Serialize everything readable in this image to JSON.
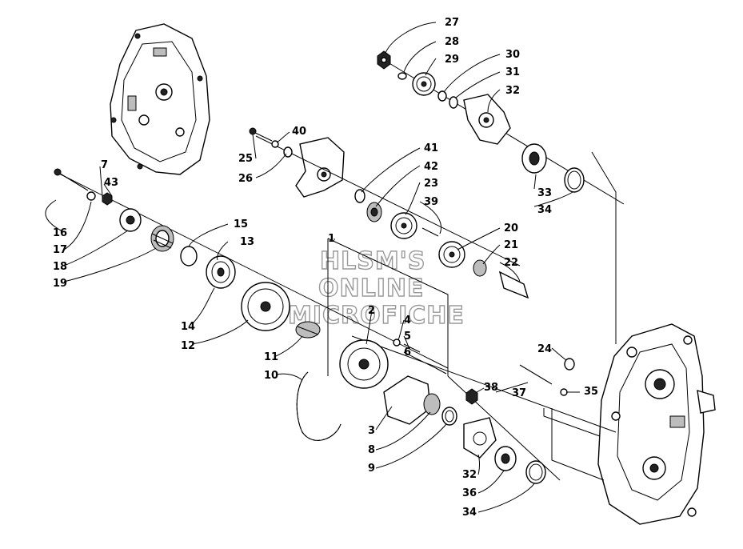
{
  "watermark": [
    "HLSM'S",
    "ONLINE",
    "MICROFICHE"
  ],
  "callouts": [
    "27",
    "28",
    "29",
    "30",
    "31",
    "32",
    "40",
    "25",
    "26",
    "41",
    "42",
    "23",
    "39",
    "33",
    "34",
    "7",
    "43",
    "16",
    "17",
    "18",
    "19",
    "15",
    "13",
    "20",
    "21",
    "22",
    "14",
    "12",
    "1",
    "2",
    "4",
    "5",
    "6",
    "11",
    "10",
    "24",
    "37",
    "35",
    "38",
    "3",
    "8",
    "9",
    "32",
    "36",
    "34"
  ]
}
